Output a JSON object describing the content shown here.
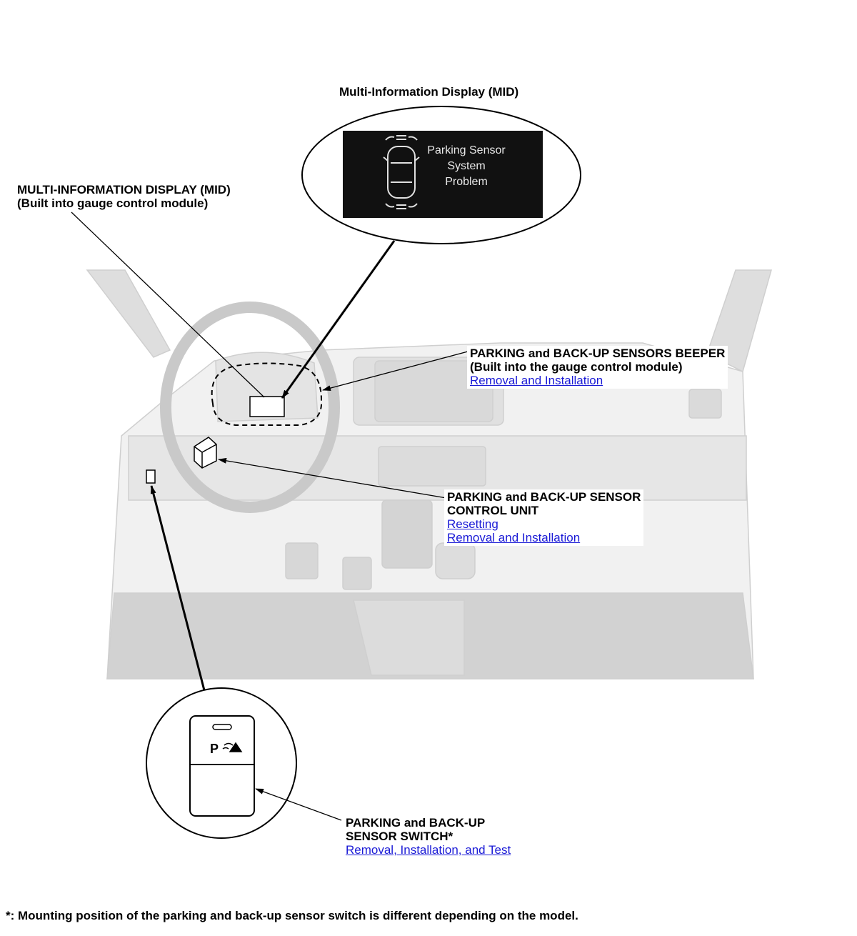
{
  "mid_callout": {
    "title": "Multi-Information Display (MID)",
    "screen_lines": [
      "Parking Sensor",
      "System",
      "Problem"
    ]
  },
  "labels": {
    "mid": {
      "lines": [
        "MULTI-INFORMATION DISPLAY (MID)",
        "(Built into gauge control module)"
      ]
    },
    "beeper": {
      "lines": [
        "PARKING and BACK-UP SENSORS BEEPER",
        "(Built into the gauge control module)"
      ],
      "links": [
        "Removal and Installation"
      ]
    },
    "control_unit": {
      "lines": [
        "PARKING and BACK-UP SENSOR",
        "CONTROL UNIT"
      ],
      "links": [
        "Resetting",
        "Removal and Installation"
      ]
    },
    "switch": {
      "lines": [
        "PARKING and BACK-UP",
        "SENSOR SWITCH*"
      ],
      "links": [
        "Removal, Installation, and Test"
      ]
    }
  },
  "switch_symbol": "P",
  "footnote": "*: Mounting position of the parking and back-up sensor switch is different depending on the model.",
  "colors": {
    "link": "#1a1ad6",
    "screen_bg": "#111111",
    "screen_text": "#e8e8e8",
    "dash_gray": "#d9d9d9"
  }
}
